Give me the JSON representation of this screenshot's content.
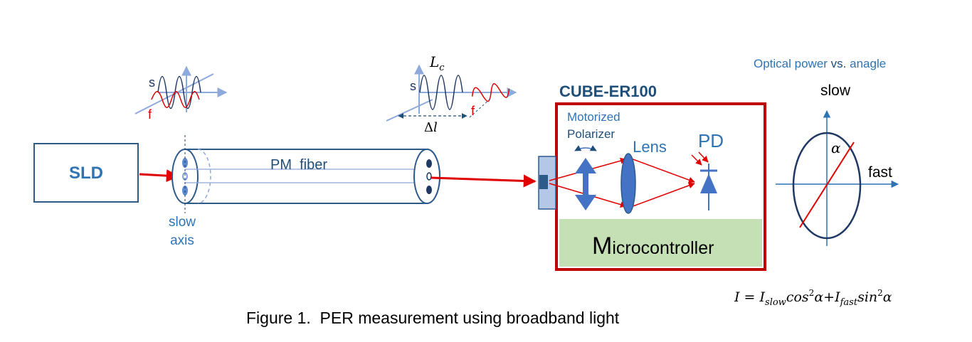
{
  "labels": {
    "sld": "SLD",
    "pm_fiber": "PM  fiber",
    "slow_axis_line1": "slow",
    "slow_axis_line2": "axis",
    "wave1_s": "s",
    "wave1_f": "f",
    "wave2_s": "s",
    "wave2_f": "f",
    "wave2_lc": "L",
    "wave2_lc_sub": "c",
    "wave2_dl": "Δ",
    "wave2_dl_var": "l",
    "cube_title": "CUBE-ER100",
    "motorized_line1": "Motorized",
    "motorized_line2": "Polarizer",
    "lens": "Lens",
    "pd": "PD",
    "micro_m": "M",
    "micro_rest": "icrocontroller",
    "plot_title_a": "Optical power ",
    "plot_title_b": "vs. ",
    "plot_title_c": "anagle",
    "plot_slow": "slow",
    "plot_fast": "fast",
    "plot_alpha": "α",
    "formula": "I = I_slow cos²α + I_fast sin²α",
    "caption": "Figure 1.  PER measurement using broadband light"
  },
  "formula_parts": {
    "I": "I",
    "eq": " = ",
    "I1": "I",
    "sub1": "slow",
    "cos": "cos",
    "sup1": "2",
    "a1": "α",
    "plus": "+",
    "I2": "I",
    "sub2": "fast",
    "sin": "sin",
    "sup2": "2",
    "a2": "α"
  },
  "colors": {
    "blue_text": "#2e74b5",
    "dark_blue": "#1f4e79",
    "box_border": "#2e5a8a",
    "beam_red": "#e00000",
    "cube_border": "#c00000",
    "micro_fill": "#c5e0b4",
    "fiber_blue": "#4472c4",
    "axis_blue": "#8ea9db",
    "wave_navy": "#1f3864"
  }
}
